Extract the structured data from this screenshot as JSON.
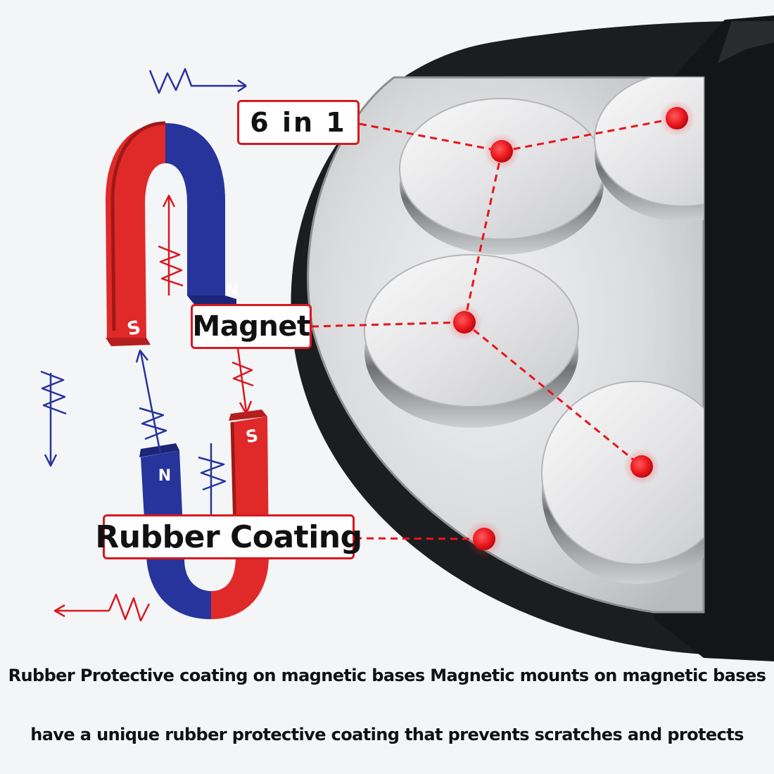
{
  "callouts": {
    "six_in_one": "6 in 1",
    "magnet": "Magnet",
    "rubber": "Rubber Coating"
  },
  "magnet_poles": {
    "top_left": "S",
    "top_right": "N",
    "bottom_left": "N",
    "bottom_right": "S"
  },
  "caption": {
    "line1": "Rubber Protective coating on magnetic bases Magnetic mounts on magnetic bases",
    "line2": "have a unique rubber protective coating that prevents scratches and protects"
  },
  "colors": {
    "accent_red": "#d6191f",
    "magnet_red": "#e02a2a",
    "magnet_blue": "#27349c",
    "rubber_black": "#1c1d20"
  }
}
